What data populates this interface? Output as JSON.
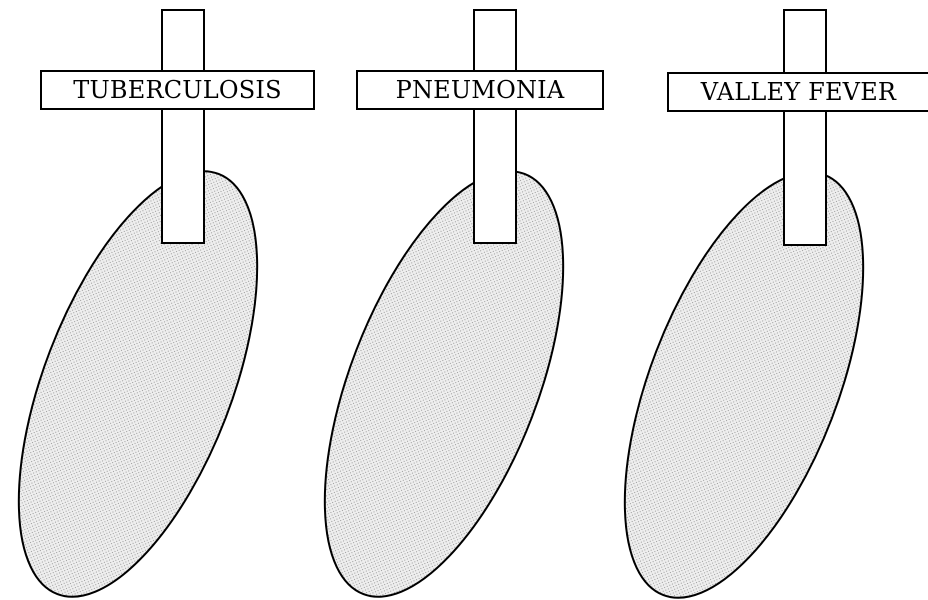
{
  "signs": [
    {
      "label": "TUBERCULOSIS"
    },
    {
      "label": "PNEUMONIA"
    },
    {
      "label": "VALLEY FEVER"
    }
  ],
  "colors": {
    "outline": "#000000",
    "fill": "#e3e3e3",
    "background": "#ffffff"
  }
}
